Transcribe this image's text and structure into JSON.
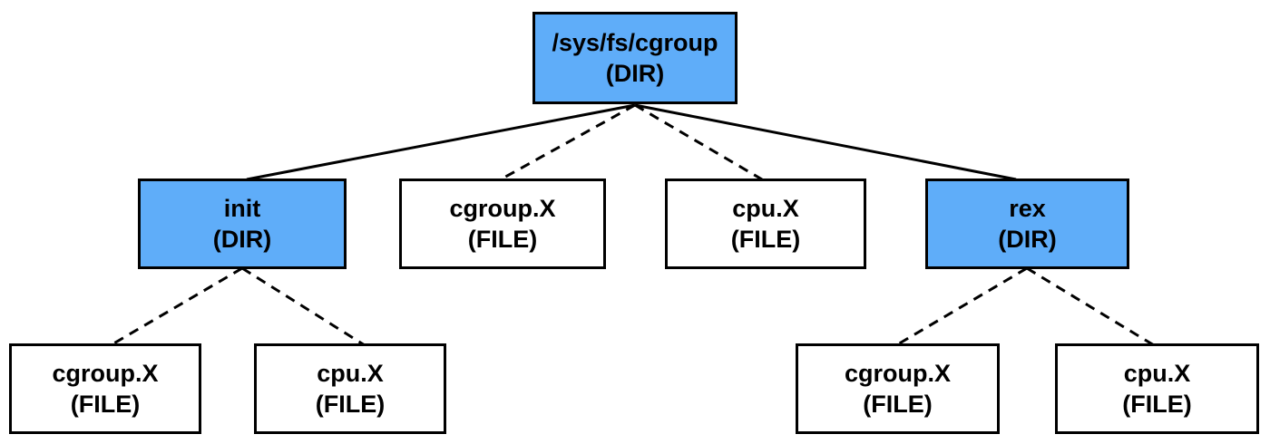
{
  "colors": {
    "dir_fill": "#5fadf9",
    "file_fill": "#ffffff",
    "border": "#000000",
    "edge_line": "#000000",
    "text": "#000000"
  },
  "nodes": {
    "root": {
      "label": "/sys/fs/cgroup",
      "kind": "(DIR)"
    },
    "init": {
      "label": "init",
      "kind": "(DIR)"
    },
    "root_cgroup_file": {
      "label": "cgroup.X",
      "kind": "(FILE)"
    },
    "root_cpu_file": {
      "label": "cpu.X",
      "kind": "(FILE)"
    },
    "rex": {
      "label": "rex",
      "kind": "(DIR)"
    },
    "init_cgroup_file": {
      "label": "cgroup.X",
      "kind": "(FILE)"
    },
    "init_cpu_file": {
      "label": "cpu.X",
      "kind": "(FILE)"
    },
    "rex_cgroup_file": {
      "label": "cgroup.X",
      "kind": "(FILE)"
    },
    "rex_cpu_file": {
      "label": "cpu.X",
      "kind": "(FILE)"
    }
  },
  "edges": [
    {
      "from": "root",
      "to": "init",
      "style": "solid"
    },
    {
      "from": "root",
      "to": "root_cgroup_file",
      "style": "dashed"
    },
    {
      "from": "root",
      "to": "root_cpu_file",
      "style": "dashed"
    },
    {
      "from": "root",
      "to": "rex",
      "style": "solid"
    },
    {
      "from": "init",
      "to": "init_cgroup_file",
      "style": "dashed"
    },
    {
      "from": "init",
      "to": "init_cpu_file",
      "style": "dashed"
    },
    {
      "from": "rex",
      "to": "rex_cgroup_file",
      "style": "dashed"
    },
    {
      "from": "rex",
      "to": "rex_cpu_file",
      "style": "dashed"
    }
  ]
}
